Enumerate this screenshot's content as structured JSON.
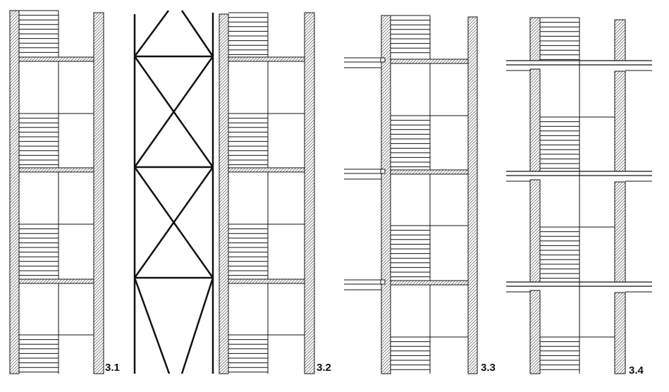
{
  "figure": {
    "panels": [
      {
        "label": "3.1",
        "type": "stair-section"
      },
      {
        "label": "3.2",
        "type": "braced-stair-section"
      },
      {
        "label": "3.3",
        "type": "stair-section-with-balconies"
      },
      {
        "label": "3.4",
        "type": "stair-section-continuous-slabs"
      }
    ],
    "ink_color": "#111111",
    "background": "#ffffff"
  }
}
